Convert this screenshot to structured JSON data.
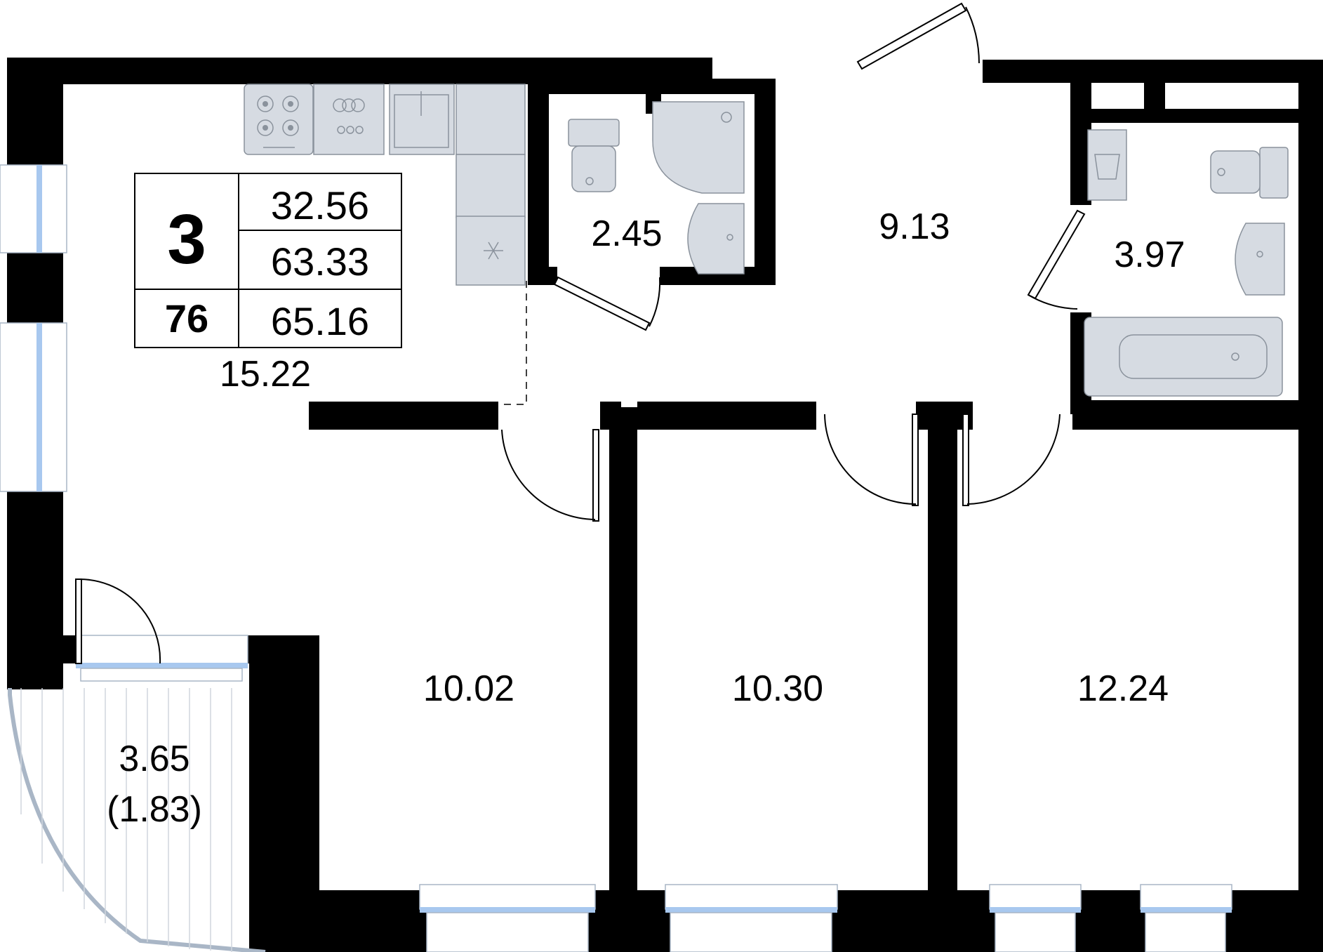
{
  "plan": {
    "info_table": {
      "rooms_count": "3",
      "apartment_number": "76",
      "living_area": "32.56",
      "total_area": "63.33",
      "total_area_with_balcony": "65.16"
    },
    "rooms": [
      {
        "id": "kitchen-living",
        "label": "15.22"
      },
      {
        "id": "wc",
        "label": "2.45"
      },
      {
        "id": "hall",
        "label": "9.13"
      },
      {
        "id": "bathroom",
        "label": "3.97"
      },
      {
        "id": "bedroom-1",
        "label": "10.02"
      },
      {
        "id": "bedroom-2",
        "label": "10.30"
      },
      {
        "id": "bedroom-3",
        "label": "12.24"
      },
      {
        "id": "balcony",
        "label": "3.65",
        "sublabel": "(1.83)"
      }
    ],
    "colors": {
      "wall": "#000000",
      "fixture": "#d6dbe2",
      "glass": "#a8c8ef"
    }
  }
}
